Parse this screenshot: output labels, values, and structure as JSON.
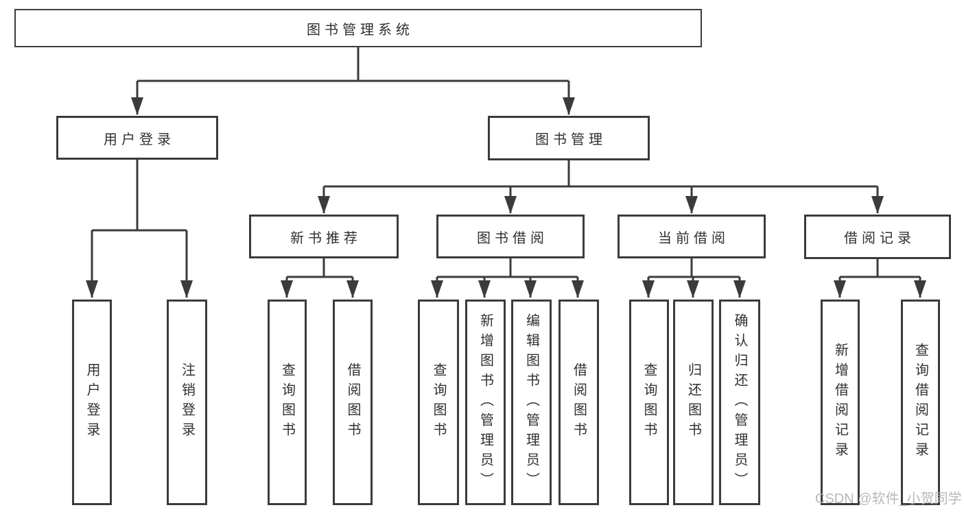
{
  "diagram": {
    "root": {
      "label": "图书管理系统"
    },
    "level2": [
      {
        "label": "用户登录",
        "children": [
          {
            "label": "用户登录"
          },
          {
            "label": "注销登录"
          }
        ]
      },
      {
        "label": "图书管理",
        "children": [
          {
            "label": "新书推荐",
            "children": [
              {
                "label": "查询图书"
              },
              {
                "label": "借阅图书"
              }
            ]
          },
          {
            "label": "图书借阅",
            "children": [
              {
                "label": "查询图书"
              },
              {
                "label": "新增图书（管理员）"
              },
              {
                "label": "编辑图书（管理员）"
              },
              {
                "label": "借阅图书"
              }
            ]
          },
          {
            "label": "当前借阅",
            "children": [
              {
                "label": "查询图书"
              },
              {
                "label": "归还图书"
              },
              {
                "label": "确认归还（管理员）"
              }
            ]
          },
          {
            "label": "借阅记录",
            "children": [
              {
                "label": "新增借阅记录"
              },
              {
                "label": "查询借阅记录"
              }
            ]
          }
        ]
      }
    ]
  },
  "watermark": {
    "text": "CSDN @软件_小贺同学"
  },
  "colors": {
    "line": "#3b3b3b",
    "text": "#303030",
    "background": "#ffffff",
    "watermark": "#b2b2b2"
  }
}
